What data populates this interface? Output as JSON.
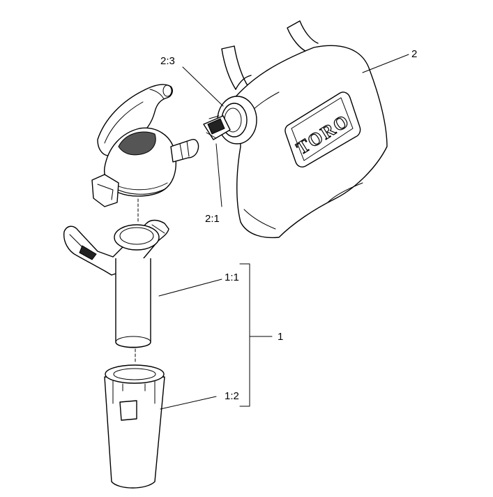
{
  "labels": {
    "part_1": "1",
    "part_1_1": "1:1",
    "part_1_2": "1:2",
    "part_2": "2",
    "part_2_1": "2:1",
    "part_2_3": "2:3"
  },
  "bag_logo": "TORO"
}
